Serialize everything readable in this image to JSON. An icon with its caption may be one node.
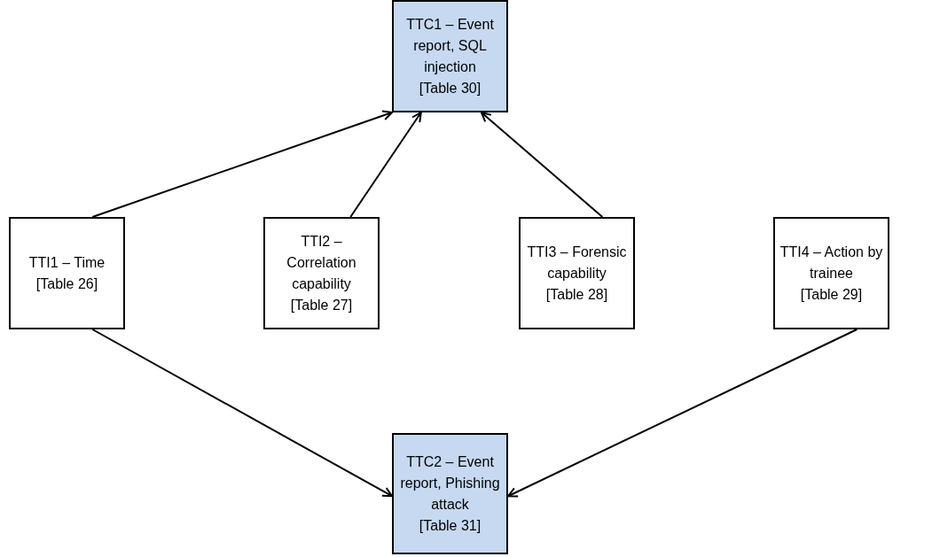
{
  "diagram": {
    "nodes": [
      {
        "text": [
          "TTC1 – Event report, SQL injection",
          "[Table 30]"
        ]
      },
      {
        "text": [
          "TTI1 – Time",
          "[Table 26]"
        ]
      },
      {
        "text": [
          "TTI2 – Correlation capability",
          "[Table 27]"
        ]
      },
      {
        "text": [
          "TTI3 – Forensic capability",
          "[Table 28]"
        ]
      },
      {
        "text": [
          "TTI4 – Action by trainee",
          "[Table 29]"
        ]
      },
      {
        "text": [
          "TTC2 – Event report, Phishing attack",
          "[Table 31]"
        ]
      }
    ],
    "edges": [
      {
        "from": 1,
        "to": 0,
        "arrow": "to"
      },
      {
        "from": 2,
        "to": 0,
        "arrow": "to"
      },
      {
        "from": 3,
        "to": 0,
        "arrow": "to"
      },
      {
        "from": 1,
        "to": 5,
        "arrow": "to"
      },
      {
        "from": 4,
        "to": 5,
        "arrow": "to"
      }
    ]
  }
}
